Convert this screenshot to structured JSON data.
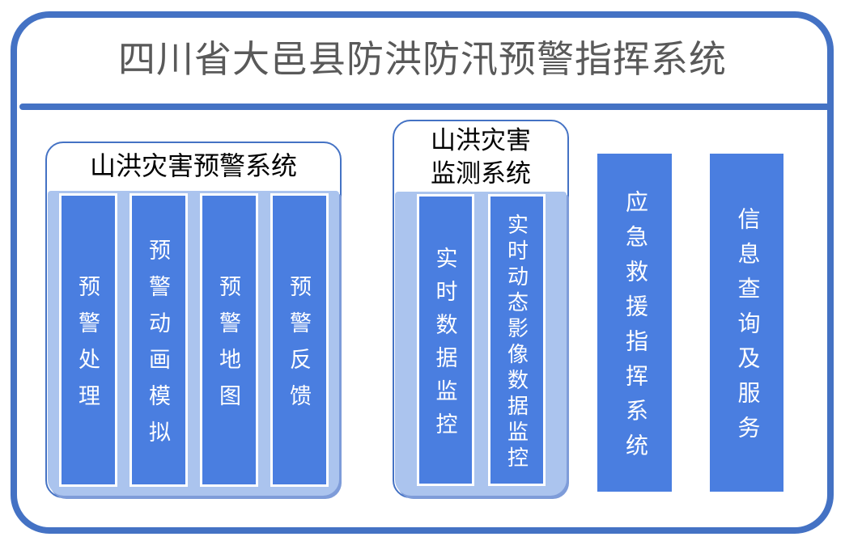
{
  "page": {
    "title": "四川省大邑县防洪防汛预警指挥系统"
  },
  "colors": {
    "border_blue": "#4472C4",
    "bar_blue": "#4A7EE0",
    "container_light_blue": "#ABC4EE",
    "title_gray": "#595959",
    "bar_text": "#ffffff",
    "box_title_text": "#000000"
  },
  "warning_system_box": {
    "title": "山洪灾害预警系统",
    "bars": [
      "预警处理",
      "预警动画模拟",
      "预警地图",
      "预警反馈"
    ]
  },
  "monitoring_system_box": {
    "title_lines": [
      "山洪灾害",
      "监测系统"
    ],
    "bars": [
      "实时数据监控",
      "实时动态影像数据监控"
    ]
  },
  "standalone_bars": {
    "emergency_rescue": "应急救援指挥系统",
    "info_service": "信息查询及服务"
  }
}
